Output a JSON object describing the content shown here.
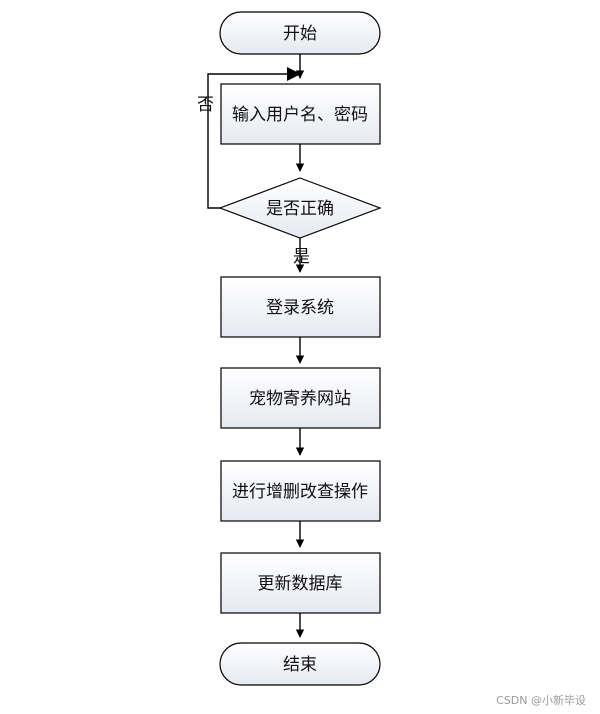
{
  "flowchart": {
    "nodes": {
      "start": "开始",
      "input": "输入用户名、密码",
      "decision": "是否正确",
      "login": "登录系统",
      "website": "宠物寄养网站",
      "crud": "进行增删改查操作",
      "update_db": "更新数据库",
      "end": "结束"
    },
    "edges": {
      "no_label": "否",
      "yes_label": "是"
    }
  },
  "watermark": "CSDN @小新毕设",
  "colors": {
    "node_fill_top": "#ffffff",
    "node_fill_bottom": "#e8ebf2",
    "stroke": "#000000"
  }
}
